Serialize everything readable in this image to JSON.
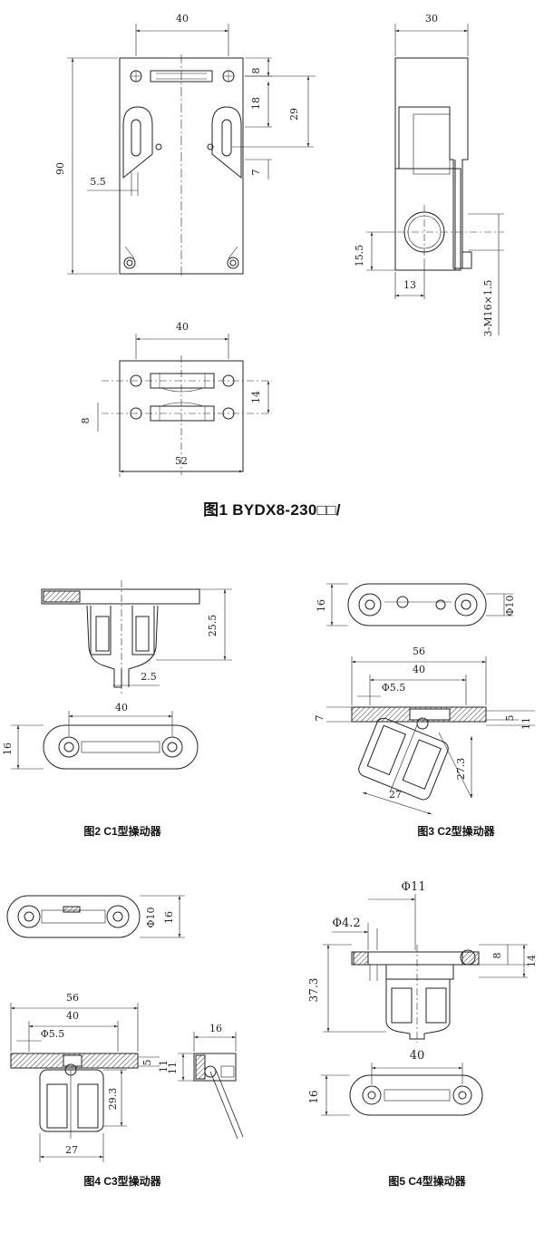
{
  "figure1": {
    "caption": "图1 BYDX8-230□□/",
    "front_view": {
      "width": "40",
      "height": "90",
      "hole_offset": "5.5",
      "dim_8": "8",
      "dim_18": "18",
      "dim_29": "29",
      "dim_7": "7"
    },
    "side_view": {
      "width": "30",
      "height": "15.5",
      "depth": "13",
      "thread": "3-M16×1.5"
    },
    "bottom_view": {
      "inner_width": "40",
      "outer_width": "52",
      "dim_14": "14",
      "dim_8": "8"
    }
  },
  "figure2": {
    "caption": "图2 C1型操动器",
    "height": "25.5",
    "slot": "2.5",
    "length": "40",
    "width": "16"
  },
  "figure3": {
    "caption": "图3 C2型操动器",
    "width": "16",
    "dia": "Φ10",
    "len_56": "56",
    "len_40": "40",
    "hole": "Φ5.5",
    "dim_7": "7",
    "dim_5": "5",
    "dim_11": "11",
    "dim_27_3": "27.3",
    "dim_27": "27"
  },
  "figure4": {
    "caption": "图4 C3型操动器",
    "dia": "Φ10",
    "width": "16",
    "len_56": "56",
    "len_40": "40",
    "hole": "Φ5.5",
    "dim_5": "5",
    "dim_11": "11",
    "dim_29_3": "29.3",
    "dim_27": "27",
    "side_16": "16",
    "side_11": "11"
  },
  "figure5": {
    "caption": "图5 C4型操动器",
    "dia_11": "Φ11",
    "dia_4_2": "Φ4.2",
    "dim_8": "8",
    "dim_14": "14",
    "height": "37.3",
    "length": "40",
    "width": "16"
  }
}
